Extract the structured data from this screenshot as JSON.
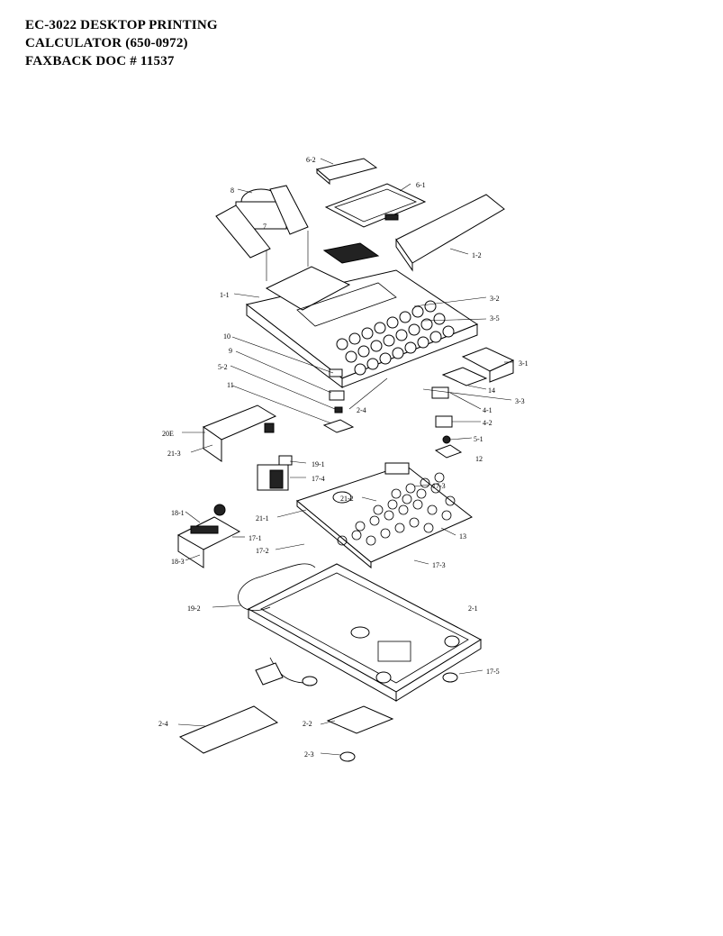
{
  "header": {
    "line1": "EC-3022 DESKTOP PRINTING",
    "line2": "CALCULATOR (650-0972)",
    "line3": "FAXBACK DOC # 11537"
  },
  "callouts": {
    "c6_2": "6-2",
    "c6_1": "6-1",
    "c8": "8",
    "c7": "7",
    "c1_2": "1-2",
    "c1_1": "1-1",
    "c3_2": "3-2",
    "c3_5": "3-5",
    "c10": "10",
    "c9": "9",
    "c5_2": "5-2",
    "c3_1": "3-1",
    "c14": "14",
    "c3_3": "3-3",
    "c11": "11",
    "c2_4a": "2-4",
    "c4_1": "4-1",
    "c4_2": "4-2",
    "c5_1": "5-1",
    "c12": "12",
    "c20": "20E",
    "c21_3": "21-3",
    "c19_1": "19-1",
    "c17_4": "17-4",
    "c17_3a": "17-3",
    "c21_2": "21-2",
    "c21_1": "21-1",
    "c18_1": "18-1",
    "c17_1": "17-1",
    "c17_2": "17-2",
    "c13": "13",
    "c18_3": "18-3",
    "c17_3b": "17-3",
    "c19_2": "19-2",
    "c2_1": "2-1",
    "c17_5": "17-5",
    "c2_4b": "2-4",
    "c2_2": "2-2",
    "c2_3": "2-3"
  }
}
